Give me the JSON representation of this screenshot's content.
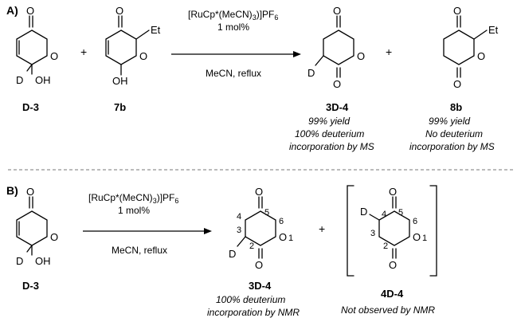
{
  "section_a": {
    "label": "A)",
    "reagent_line1_prefix": "[RuCp*(MeCN)",
    "reagent_line1_sub": "3",
    "reagent_line1_mid": ")]PF",
    "reagent_line1_sub2": "6",
    "reagent_line2": "1 mol%",
    "condition": "MeCN, reflux",
    "plus": "+",
    "compounds": [
      {
        "id": "D-3",
        "label": "D-3"
      },
      {
        "id": "7b",
        "label": "7b"
      },
      {
        "id": "3D-4",
        "label": "3D-4",
        "lines": [
          "99% yield",
          "100% deuterium",
          "incorporation by MS"
        ]
      },
      {
        "id": "8b",
        "label": "8b",
        "lines": [
          "99% yield",
          "No deuterium",
          "incorporation by MS"
        ]
      }
    ]
  },
  "section_b": {
    "label": "B)",
    "reagent_line1_prefix": "[RuCp*(MeCN)",
    "reagent_line1_sub": "3",
    "reagent_line1_mid": ")]PF",
    "reagent_line1_sub2": "6",
    "reagent_line2": "1 mol%",
    "condition": "MeCN, reflux",
    "plus": "+",
    "compounds": [
      {
        "id": "D-3",
        "label": "D-3"
      },
      {
        "id": "3D-4",
        "label": "3D-4",
        "lines": [
          "100% deuterium",
          "incorporation by NMR"
        ]
      },
      {
        "id": "4D-4",
        "label": "4D-4",
        "lines": [
          "Not observed by NMR"
        ]
      }
    ]
  },
  "atoms": {
    "O": "O",
    "OH": "OH",
    "D": "D",
    "Et": "Et",
    "numbers": [
      "1",
      "2",
      "3",
      "4",
      "5",
      "6"
    ]
  }
}
